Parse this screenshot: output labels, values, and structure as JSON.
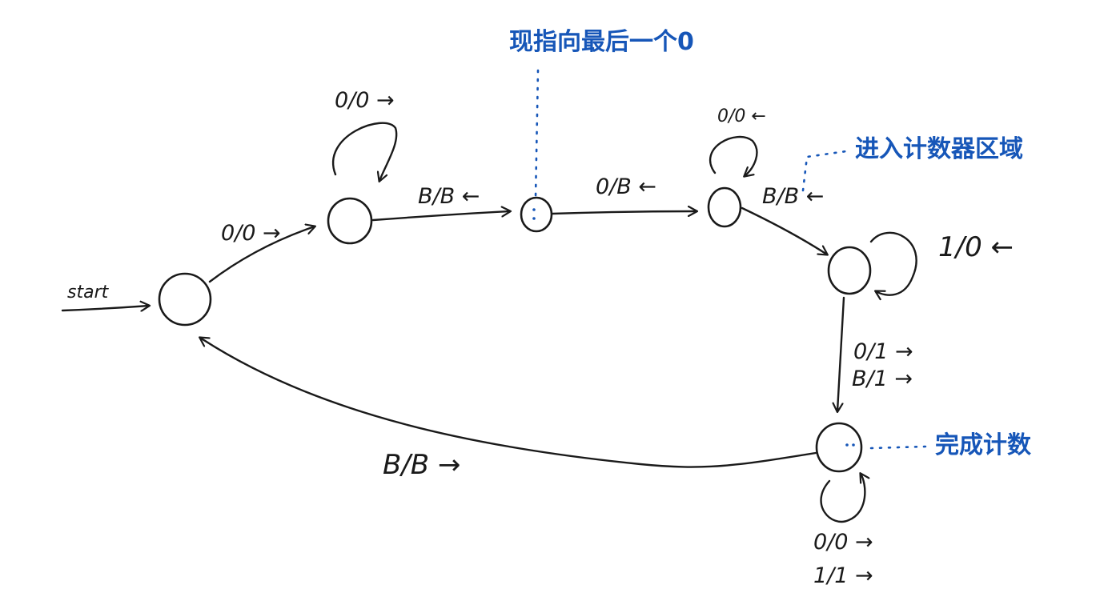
{
  "diagram": {
    "start_label": "start",
    "transitions": {
      "q0_q1": "0/0 →",
      "q1_loop": "0/0 →",
      "q1_q2": "B/B ←",
      "q2_q3": "0/B ←",
      "q3_loop": "0/0 ←",
      "q3_q4": "B/B ←",
      "q4_loop": "1/0 ←",
      "q4_q5_line1": "0/1 →",
      "q4_q5_line2": "B/1 →",
      "q5_loop_line1": "0/0 →",
      "q5_loop_line2": "1/1 →",
      "q5_q0": "B/B →"
    },
    "notes": {
      "last_zero": "现指向最后一个0",
      "counter_region": "进入计数器区域",
      "count_done": "完成计数"
    }
  },
  "colors": {
    "ink": "#1a1a1a",
    "annotation": "#1656b8"
  }
}
